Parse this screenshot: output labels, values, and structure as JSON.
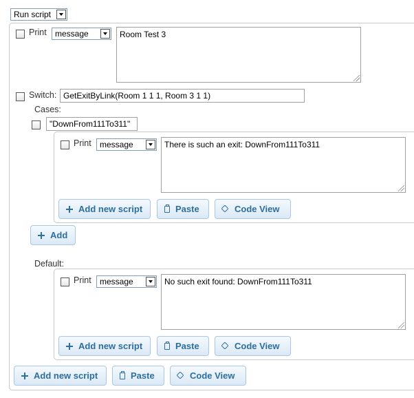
{
  "run_script_select": "Run script",
  "outer_print": {
    "label": "Print",
    "type_select": "message",
    "text": "Room Test 3"
  },
  "switch": {
    "label": "Switch:",
    "expression": "GetExitByLink(Room 1 1 1, Room 3 1 1)",
    "cases_label": "Cases:",
    "case_value": "\"DownFrom111To311\"",
    "case_print": {
      "label": "Print",
      "type_select": "message",
      "text": "There is such an exit: DownFrom111To311"
    },
    "case_buttons": {
      "add_new_script": "Add new script",
      "paste": "Paste",
      "code_view": "Code View"
    },
    "add_case_button": "Add",
    "default_label": "Default:",
    "default_print": {
      "label": "Print",
      "type_select": "message",
      "text": "No such exit found: DownFrom111To311"
    },
    "default_buttons": {
      "add_new_script": "Add new script",
      "paste": "Paste",
      "code_view": "Code View"
    }
  },
  "bottom_buttons": {
    "add_new_script": "Add new script",
    "paste": "Paste",
    "code_view": "Code View"
  },
  "icons": {
    "add": "plus-icon",
    "paste": "clipboard-icon",
    "code_view": "code-view-icon"
  },
  "colors": {
    "button_text": "#2e6e9e",
    "button_border": "#a9c7e3",
    "panel_border": "#c8c8c8"
  }
}
